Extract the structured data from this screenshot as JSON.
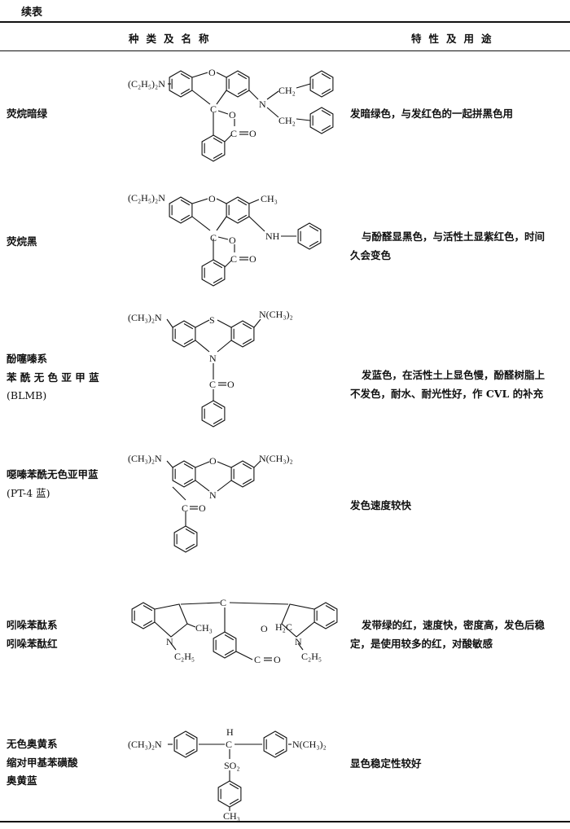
{
  "page_title": "续表",
  "table": {
    "headers": [
      "种类及名称",
      "特性及用途"
    ],
    "rows": [
      {
        "name_lines": [
          "荧烷暗绿"
        ],
        "desc_lines": [
          "发暗绿色，与发红色的一起拼黑色用"
        ],
        "labels": [
          "(C₂H₅)₂N",
          "O",
          "N",
          "CH₂",
          "CH₂",
          "C",
          "O",
          "C",
          "O"
        ]
      },
      {
        "name_lines": [
          "荧烷黑"
        ],
        "desc_lines": [
          "与酚醛显黑色，与活性土显紫红色，时间",
          "久会变色"
        ],
        "labels": [
          "(C₂H₅)₂N",
          "O",
          "CH₃",
          "NH",
          "C",
          "O",
          "C",
          "O"
        ]
      },
      {
        "name_lines": [
          "酚噻嗪系",
          "苯 酰 无 色 亚 甲 蓝",
          "(BLMB)"
        ],
        "desc_lines": [
          "发蓝色，在活性土上显色慢，酚醛树脂上",
          "不发色，耐水、耐光性好，作 CVL 的补充"
        ],
        "labels": [
          "(CH₃)₂N",
          "S",
          "N(CH₃)₂",
          "N",
          "C",
          "O"
        ]
      },
      {
        "name_lines": [
          "噁嗪苯酰无色亚甲蓝",
          "(PT-4 蓝)"
        ],
        "desc_lines": [
          "发色速度较快"
        ],
        "labels": [
          "(CH₃)₂N",
          "O",
          "N(CH₃)₂",
          "N",
          "C",
          "O"
        ]
      },
      {
        "name_lines": [
          "吲哚苯酞系",
          "吲哚苯酞红"
        ],
        "desc_lines": [
          "发带绿的红，速度快，密度高，发色后稳",
          "定，是使用较多的红，对酸敏感"
        ],
        "labels": [
          "C",
          "N",
          "CH₃",
          "C₂H₅",
          "O",
          "C",
          "O",
          "H₂C",
          "N",
          "C₂H₅"
        ]
      },
      {
        "name_lines": [
          "无色奥黄系",
          "缩对甲基苯磺酸",
          "奥黄蓝"
        ],
        "desc_lines": [
          "显色稳定性较好"
        ],
        "labels": [
          "(CH₃)₂N",
          "H",
          "C",
          "N(CH₃)₂",
          "SO₂",
          "CH₃"
        ]
      }
    ]
  }
}
